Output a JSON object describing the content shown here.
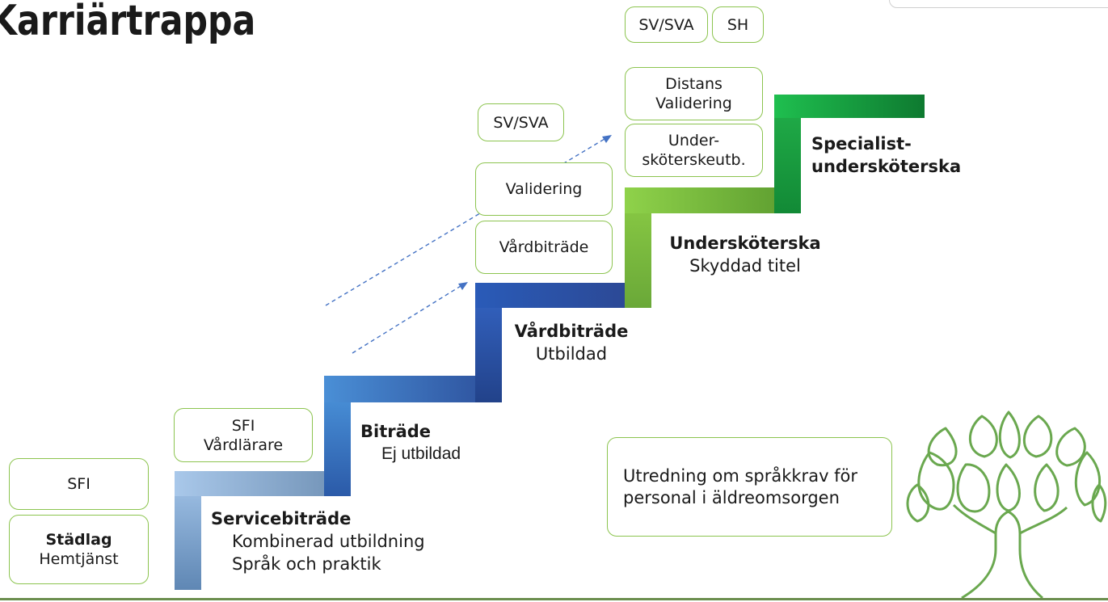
{
  "title": "Karriärtrappa",
  "boxes": {
    "sfi": "SFI",
    "stadlag_bold": "Städlag",
    "stadlag_sub": "Hemtjänst",
    "sfi_vardlarare_1": "SFI",
    "sfi_vardlarare_2": "Vårdlärare",
    "svsva_mid": "SV/SVA",
    "validering": "Validering",
    "vardbitrade": "Vårdbiträde",
    "svsva_top": "SV/SVA",
    "sh": "SH",
    "distans_1": "Distans",
    "distans_2": "Validering",
    "usk_1": "Under-",
    "usk_2": "sköterskeutb.",
    "utredning": "Utredning om språkkrav för personal i äldreomsorgen"
  },
  "steps": {
    "servicebitrade_title": "Servicebiträde",
    "servicebitrade_line1": "Kombinerad utbildning",
    "servicebitrade_line2": "Språk och praktik",
    "bitrade_title": "Biträde",
    "bitrade_sub": "Ej utbildad",
    "vardbitrade_title": "Vårdbiträde",
    "vardbitrade_sub": "Utbildad",
    "usk_title": "Undersköterska",
    "usk_sub": "Skyddad titel",
    "specialist_1": "Specialist-",
    "specialist_2": "undersköterska"
  },
  "colors": {
    "box_border": "#8cc44f",
    "arrow": "#4472c4",
    "tree": "#6aa84f"
  }
}
